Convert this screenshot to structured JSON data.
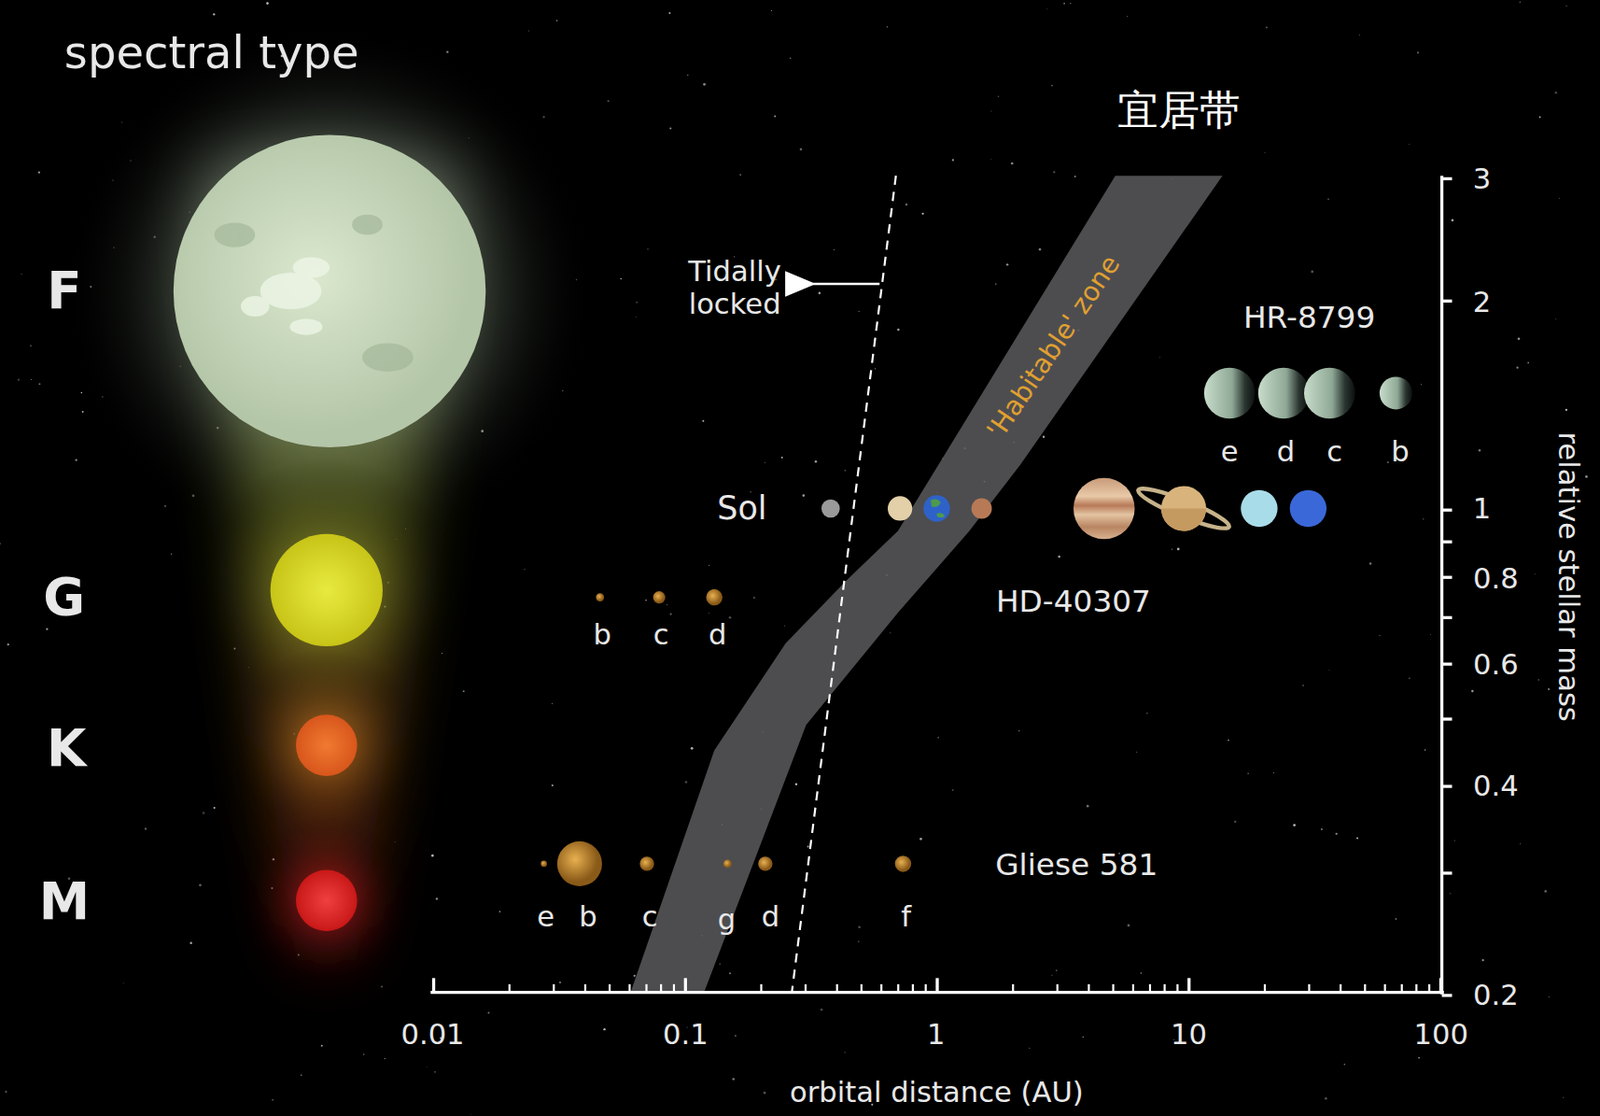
{
  "diagram": {
    "nodes": [
      {
        "text": [
          "'Habitable' zone"
        ]
      }
    ],
    "labels": [
      "spectral type",
      "F",
      "G",
      "K",
      "M",
      "宜居带",
      "Tidally locked",
      "Sol",
      "HR-8799",
      "e",
      "d",
      "c",
      "b",
      "HD-40307",
      "b",
      "c",
      "d",
      "Gliese 581",
      "e",
      "b",
      "c",
      "g",
      "d",
      "f",
      "3",
      "2",
      "1",
      "0.8",
      "0.6",
      "0.4",
      "0.2",
      "relative stellar mass",
      "0.01",
      "0.1",
      "1",
      "10",
      "100",
      "orbital distance (AU)"
    ]
  }
}
